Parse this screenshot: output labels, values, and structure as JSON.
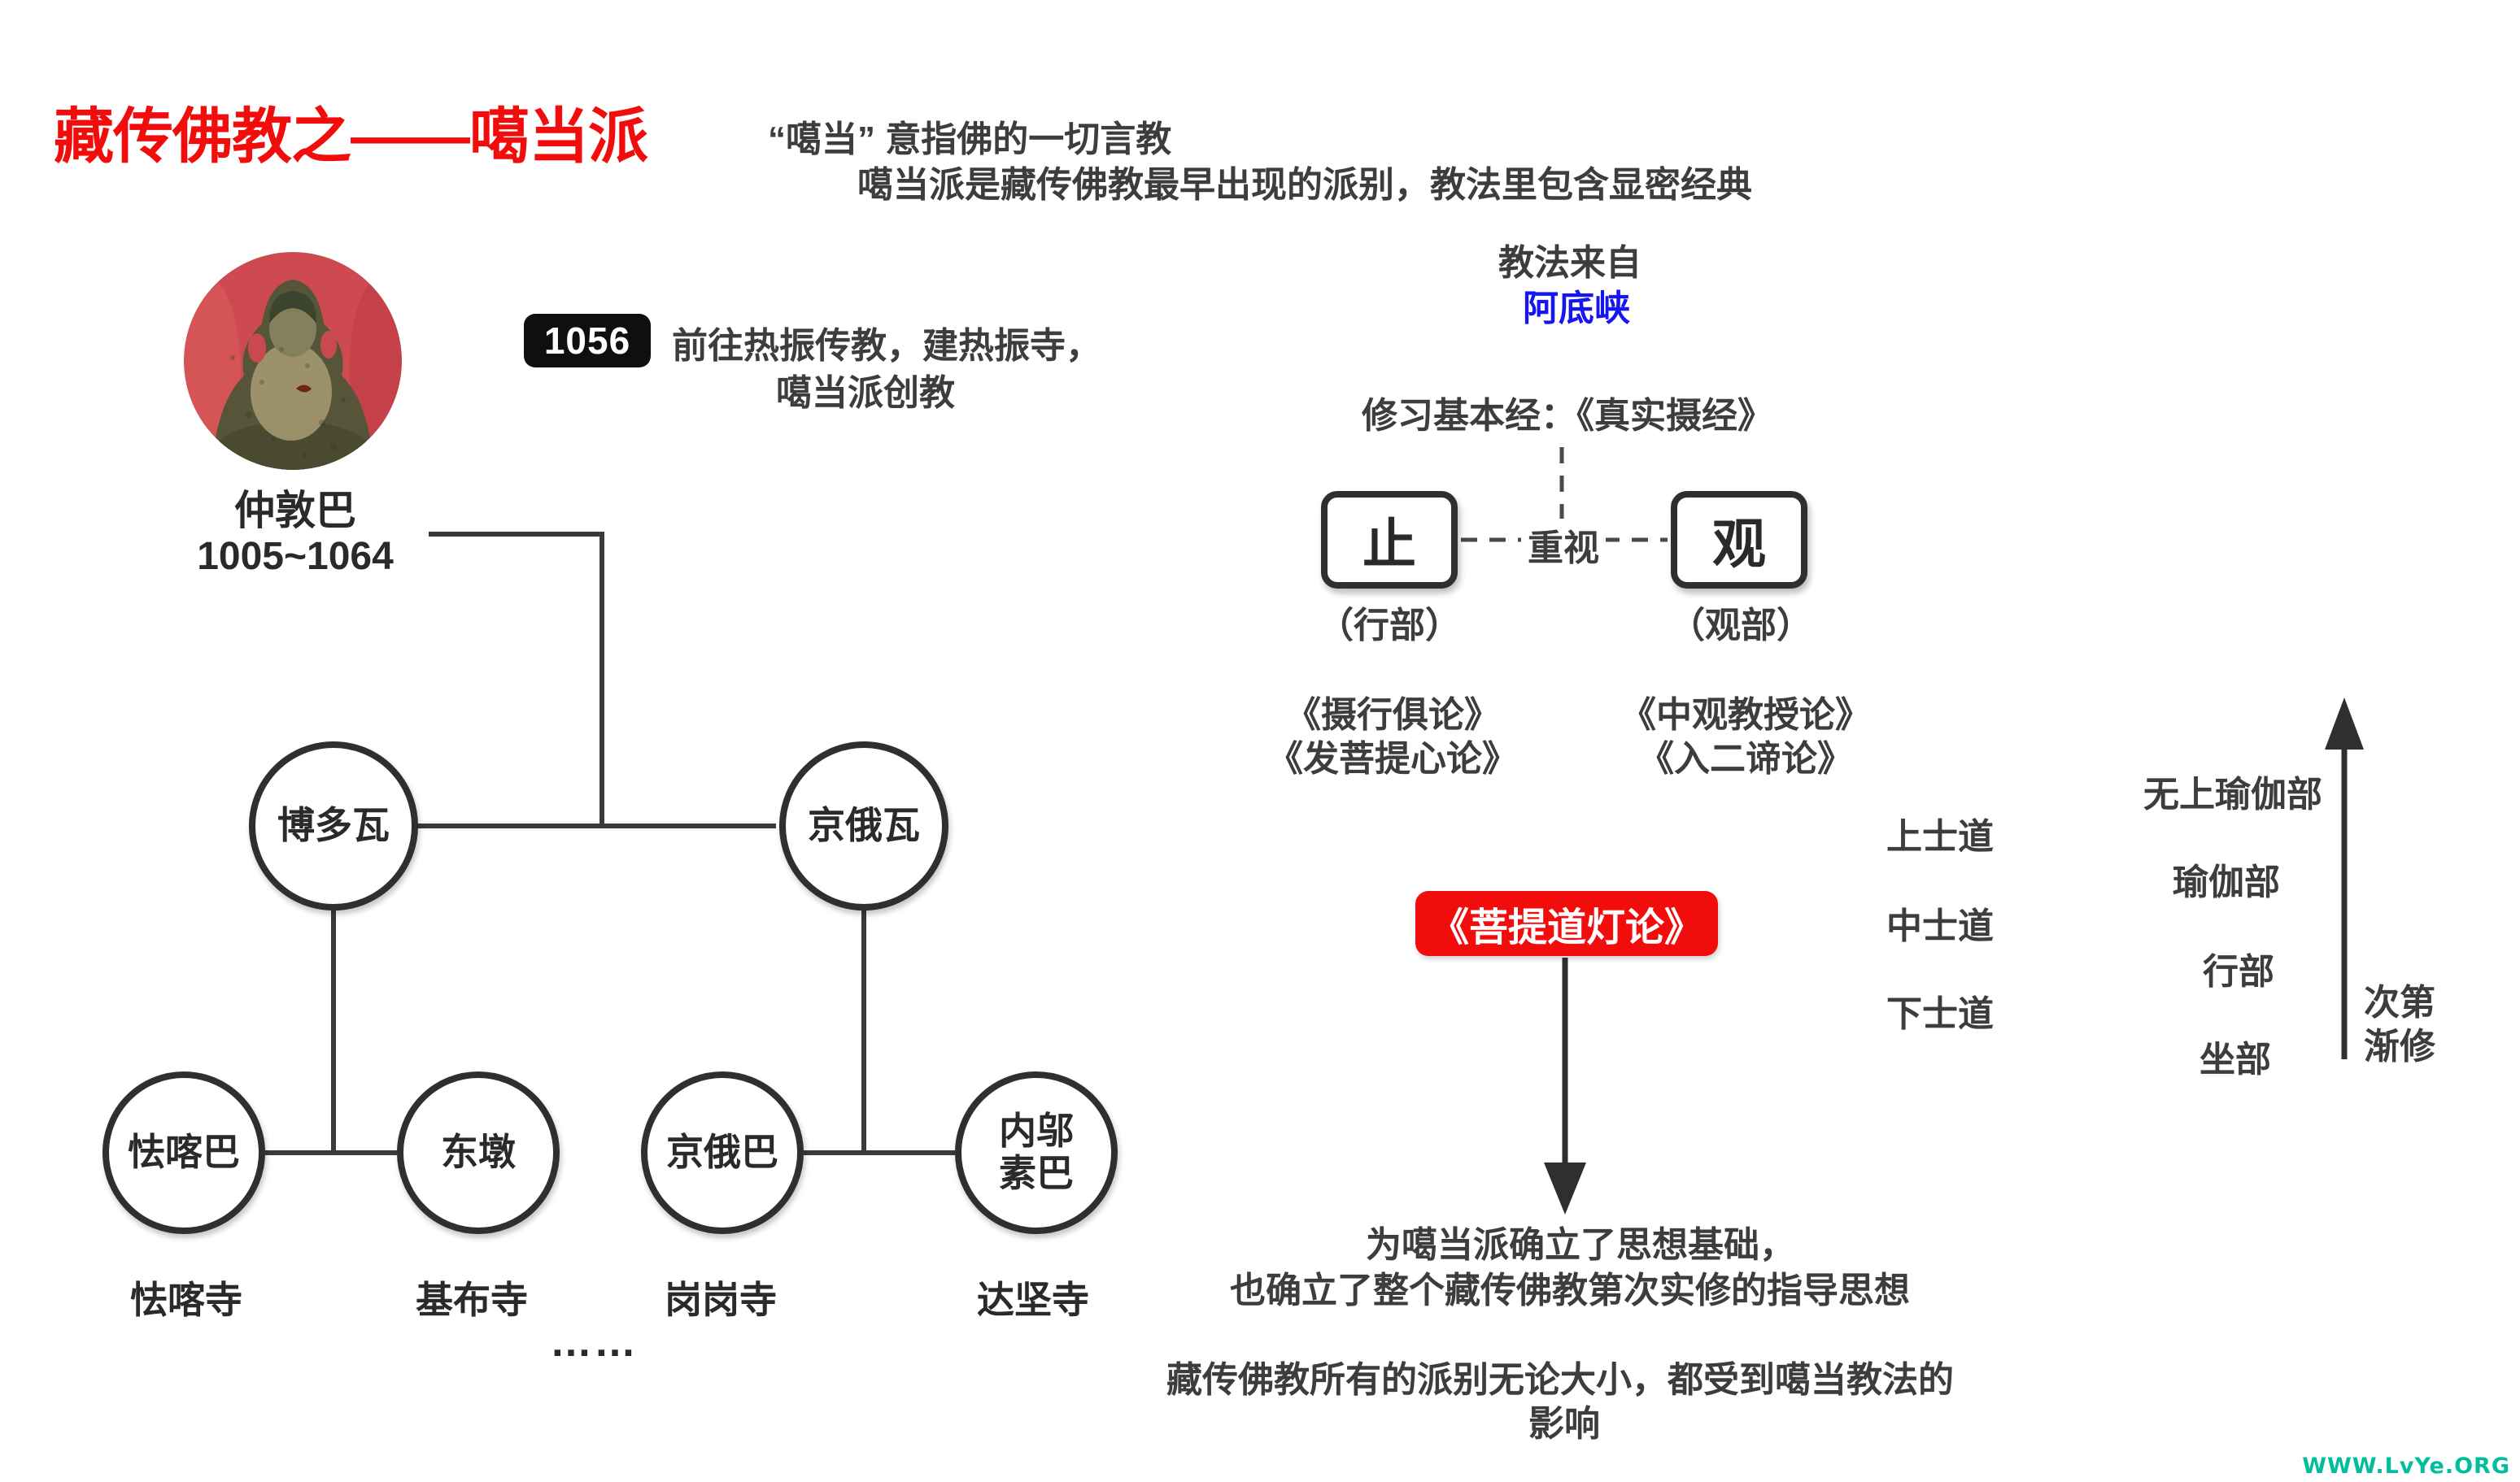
{
  "title": "藏传佛教之——噶当派",
  "intro": {
    "line1": "“噶当” 意指佛的一切言教",
    "line2": "噶当派是藏传佛教最早出现的派别，教法里包含显密经典"
  },
  "founder": {
    "name": "仲敦巴",
    "years": "1005~1064",
    "year_badge": "1056",
    "event_line1": "前往热振传教，建热振寺，",
    "event_line2": "噶当派创教"
  },
  "origin": {
    "label": "教法来自",
    "source": "阿底峡"
  },
  "practice": {
    "basic_sutra": "修习基本经：《真实摄经》",
    "emphasis": "重视",
    "zhi": {
      "label": "止",
      "sub": "（行部）",
      "books": [
        "《摄行俱论》",
        "《发菩提心论》"
      ]
    },
    "guan": {
      "label": "观",
      "sub": "（观部）",
      "books": [
        "《中观教授论》",
        "《入二谛论》"
      ]
    }
  },
  "lamp": {
    "title": "《菩提道灯论》",
    "result_line1": "为噶当派确立了思想基础，",
    "result_line2": "也确立了整个藏传佛教第次实修的指导思想"
  },
  "paths": [
    "上士道",
    "中士道",
    "下士道"
  ],
  "tantra_classes": [
    "无上瑜伽部",
    "瑜伽部",
    "行部",
    "坐部"
  ],
  "gradual": {
    "line1": "次第",
    "line2": "渐修"
  },
  "lineage": {
    "gen2": [
      {
        "name": "博多瓦"
      },
      {
        "name": "京俄瓦"
      }
    ],
    "gen3": [
      {
        "name": "怯喀巴",
        "temple": "怯喀寺"
      },
      {
        "name": "东墩",
        "temple": "基布寺"
      },
      {
        "name": "京俄巴",
        "temple": "岗岗寺"
      },
      {
        "name": "内邬素巴",
        "temple": "达坚寺"
      }
    ],
    "ellipsis": "……"
  },
  "footer": {
    "line1": "藏传佛教所有的派别无论大小，都受到噶当教法的",
    "line2": "影响"
  },
  "watermark": {
    "text": "WWW.LvYe.ORG",
    "color": "#00be9c"
  },
  "colors": {
    "accent_red": "#f20d0d",
    "link_blue": "#1616f0",
    "line_gray": "#3a3a3a",
    "badge_black": "#0f0f0f",
    "watermark_teal": "#00be9c"
  }
}
